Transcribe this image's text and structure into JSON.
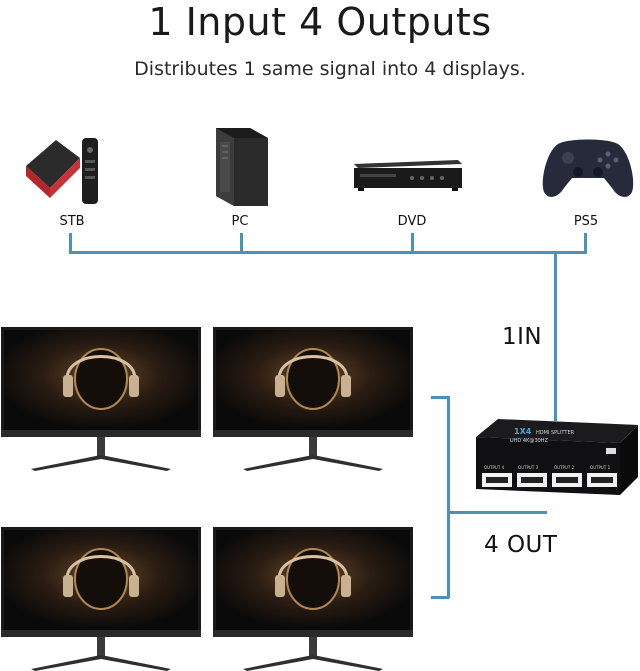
{
  "header": {
    "title": "1 Input 4 Outputs",
    "subtitle": "Distributes 1 same signal into 4 displays."
  },
  "sources": [
    {
      "label": "STB",
      "icon": "set-top-box-icon"
    },
    {
      "label": "PC",
      "icon": "pc-tower-icon"
    },
    {
      "label": "DVD",
      "icon": "dvd-player-icon"
    },
    {
      "label": "PS5",
      "icon": "game-controller-icon"
    }
  ],
  "connection": {
    "input_label": "1IN",
    "output_label": "4 OUT",
    "line_color": "#4a92b8"
  },
  "splitter": {
    "model_text": "1X4",
    "brand_text": "HDMI SPLITTER",
    "spec_text": "UHD 4K@30HZ",
    "ports": [
      "OUTPUT 4",
      "OUTPUT 3",
      "OUTPUT 2",
      "OUTPUT 1"
    ]
  }
}
